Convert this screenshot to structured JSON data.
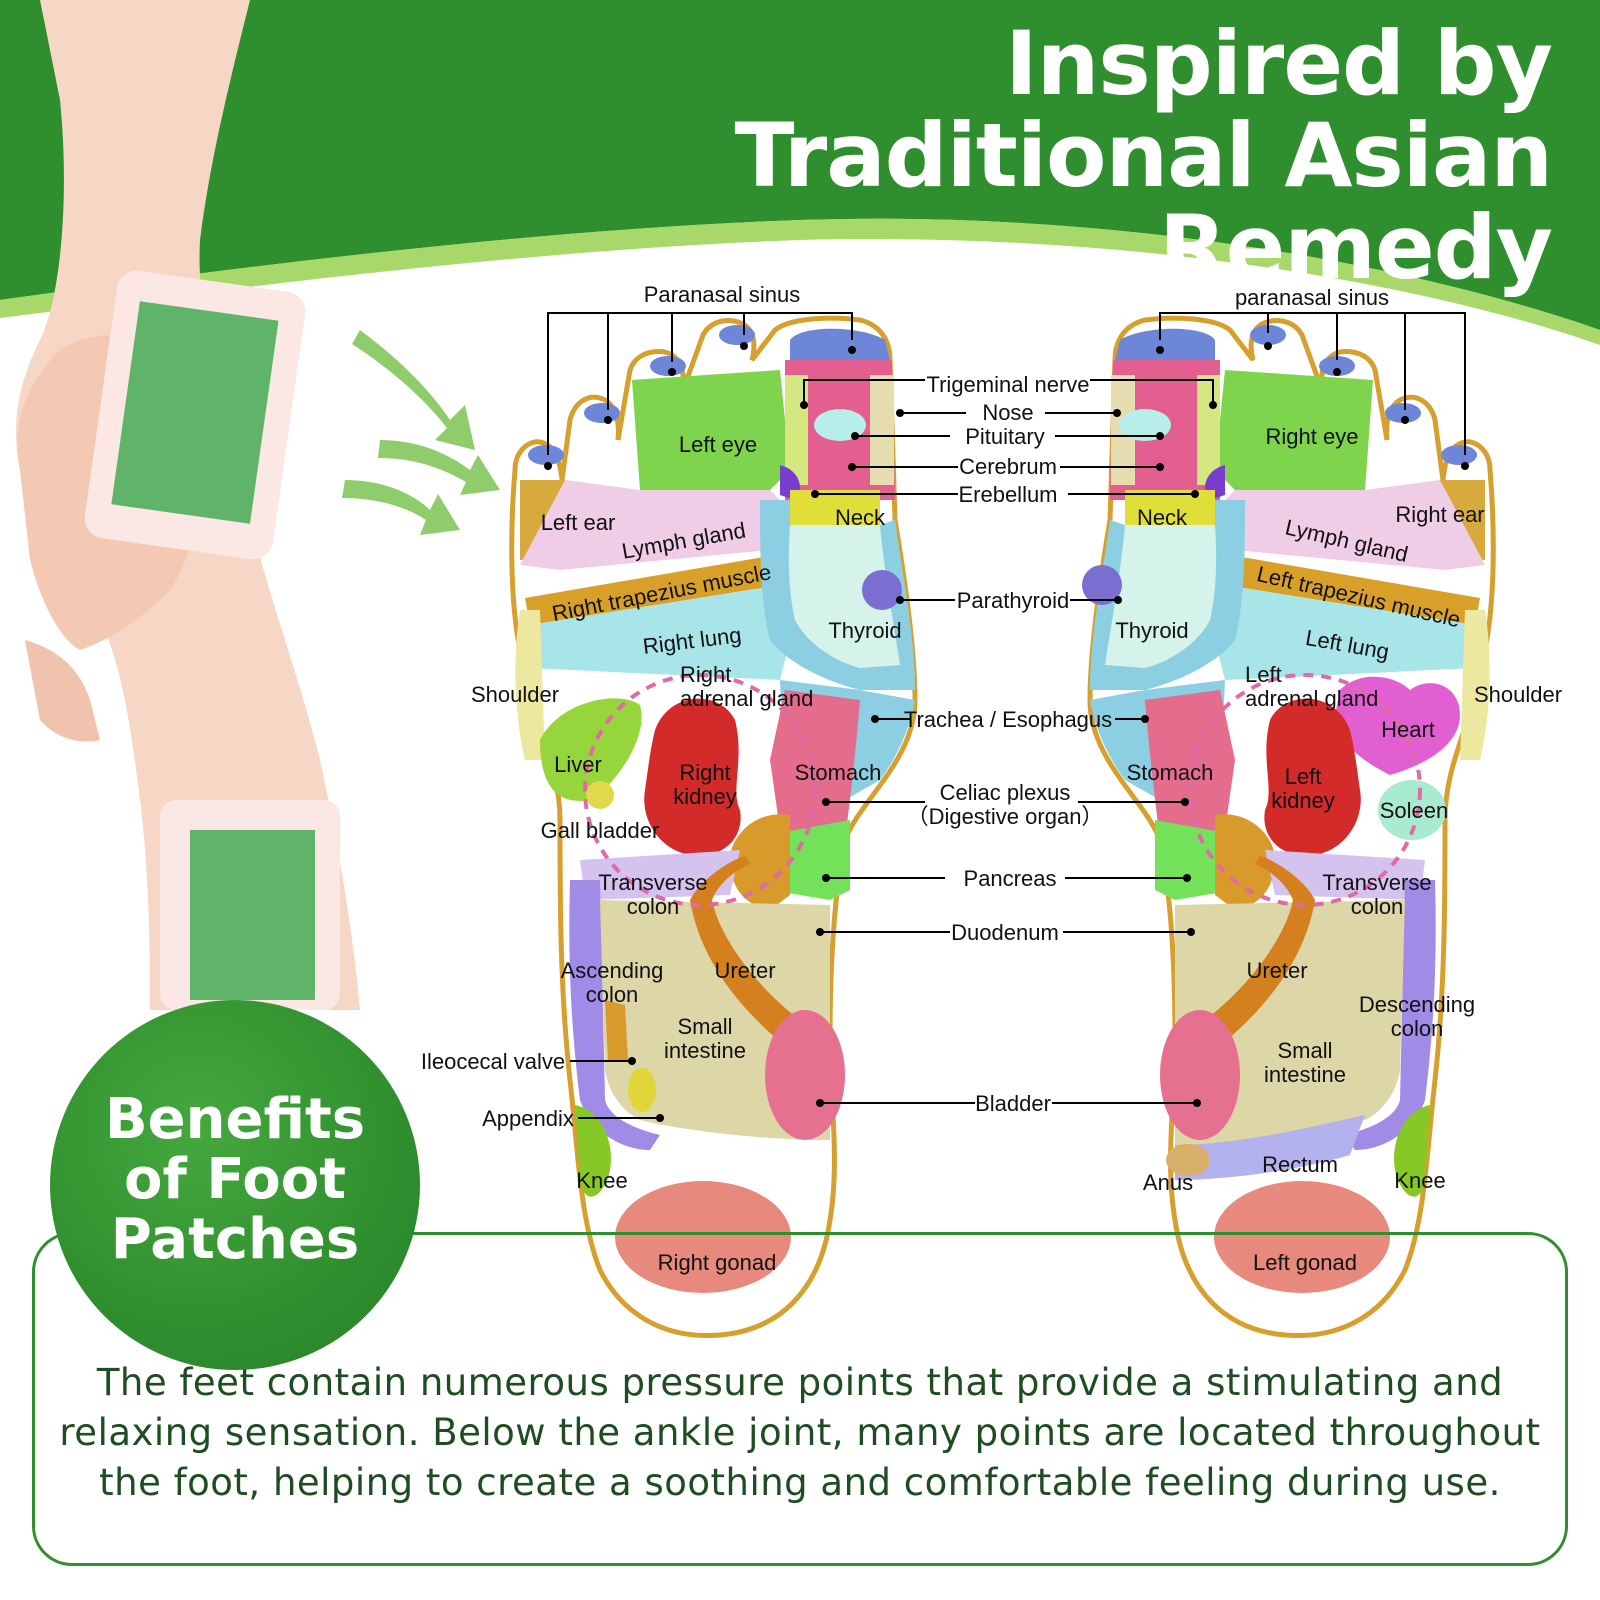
{
  "headline": "Inspired by Traditional Asian Remedy",
  "badge": "Benefits\nof Foot\nPatches",
  "description": "The feet contain numerous pressure points that provide a stimulating and relaxing sensation. Below the ankle joint, many points are located throughout the foot, helping to create a soothing and comfortable feeling during use.",
  "colors": {
    "brand_green": "#2f8f2e",
    "light_green": "#a8d86a",
    "outline_gold": "#d7a02e"
  },
  "left_foot_labels": {
    "left_ear": "Left ear",
    "left_eye": "Left eye",
    "lymph_gland": "Lymph gland",
    "right_trapezius": "Right trapezius muscle",
    "right_lung": "Right lung",
    "shoulder": "Shoulder",
    "right_adrenal": "Right\nadrenal gland",
    "liver": "Liver",
    "gall_bladder": "Gall bladder",
    "right_kidney": "Right\nkidney",
    "stomach": "Stomach",
    "neck": "Neck",
    "thyroid": "Thyroid",
    "transverse_colon": "Transverse\ncolon",
    "ascending_colon": "Ascending\ncolon",
    "ureter": "Ureter",
    "small_intestine": "Small\nintestine",
    "knee": "Knee",
    "right_gonad": "Right gonad"
  },
  "right_foot_labels": {
    "right_eye": "Right eye",
    "right_ear": "Right ear",
    "lymph_gland": "Lymph gland",
    "left_trapezius": "Left trapezius muscle",
    "left_lung": "Left lung",
    "shoulder": "Shoulder",
    "left_adrenal": "Left\nadrenal gland",
    "heart": "Heart",
    "soleen": "Soleen",
    "left_kidney": "Left\nkidney",
    "stomach": "Stomach",
    "neck": "Neck",
    "thyroid": "Thyroid",
    "transverse_colon": "Transverse\ncolon",
    "descending_colon": "Descending\ncolon",
    "ureter": "Ureter",
    "small_intestine": "Small\nintestine",
    "rectum": "Rectum",
    "anus": "Anus",
    "knee": "Knee",
    "left_gonad": "Left gonad"
  },
  "center_labels": {
    "paranasal_left": "Paranasal sinus",
    "paranasal_right": "paranasal sinus",
    "trigeminal": "Trigeminal nerve",
    "nose": "Nose",
    "pituitary": "Pituitary",
    "cerebrum": "Cerebrum",
    "erebellum": "Erebellum",
    "parathyroid": "Parathyroid",
    "trachea": "Trachea / Esophagus",
    "celiac": "Celiac plexus\n（Digestive organ）",
    "pancreas": "Pancreas",
    "duodenum": "Duodenum",
    "bladder": "Bladder",
    "ileocecal": "Ileocecal valve",
    "appendix": "Appendix"
  }
}
